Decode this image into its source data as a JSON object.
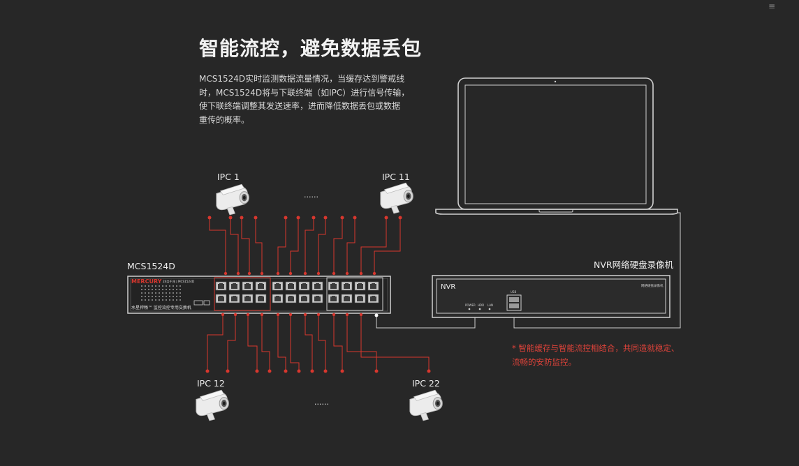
{
  "page": {
    "menu_icon": "≡",
    "title": "智能流控，避免数据丢包",
    "description": [
      "MCS1524D实时监测数据流量情况，当缓存达到警戒线",
      "时，MCS1524D将与下联终端（如IPC）进行信号传输，",
      "使下联终端调整其发送速率，进而降低数据丢包或数据",
      "重传的概率。"
    ]
  },
  "diagram": {
    "ipc_top_left": "IPC 1",
    "ipc_top_right": "IPC 11",
    "ipc_bottom_left": "IPC 12",
    "ipc_bottom_right": "IPC 22",
    "ellipsis_top": "......",
    "ellipsis_bottom": "......",
    "switch_label": "MCS1524D",
    "switch_brand": "MERCURY",
    "switch_model": "24口千兆 | MCS1524D",
    "switch_sub": "水星捍畅™ 监控流控专用交换机",
    "nvr_label": "NVR网络硬盘录像机",
    "nvr_front_title": "NVR",
    "nvr_front_sub": "网络硬盘录像机",
    "nvr_leds": [
      "POWER",
      "HDD",
      "LAN"
    ],
    "nvr_usb": "USB",
    "colors": {
      "accent_red": "#d8372e",
      "line_white": "#cfcfcf",
      "background": "#272727"
    }
  },
  "note": {
    "lines": [
      "* 智能缓存与智能流控相结合，共同造就稳定、",
      "  流畅的安防监控。"
    ]
  }
}
